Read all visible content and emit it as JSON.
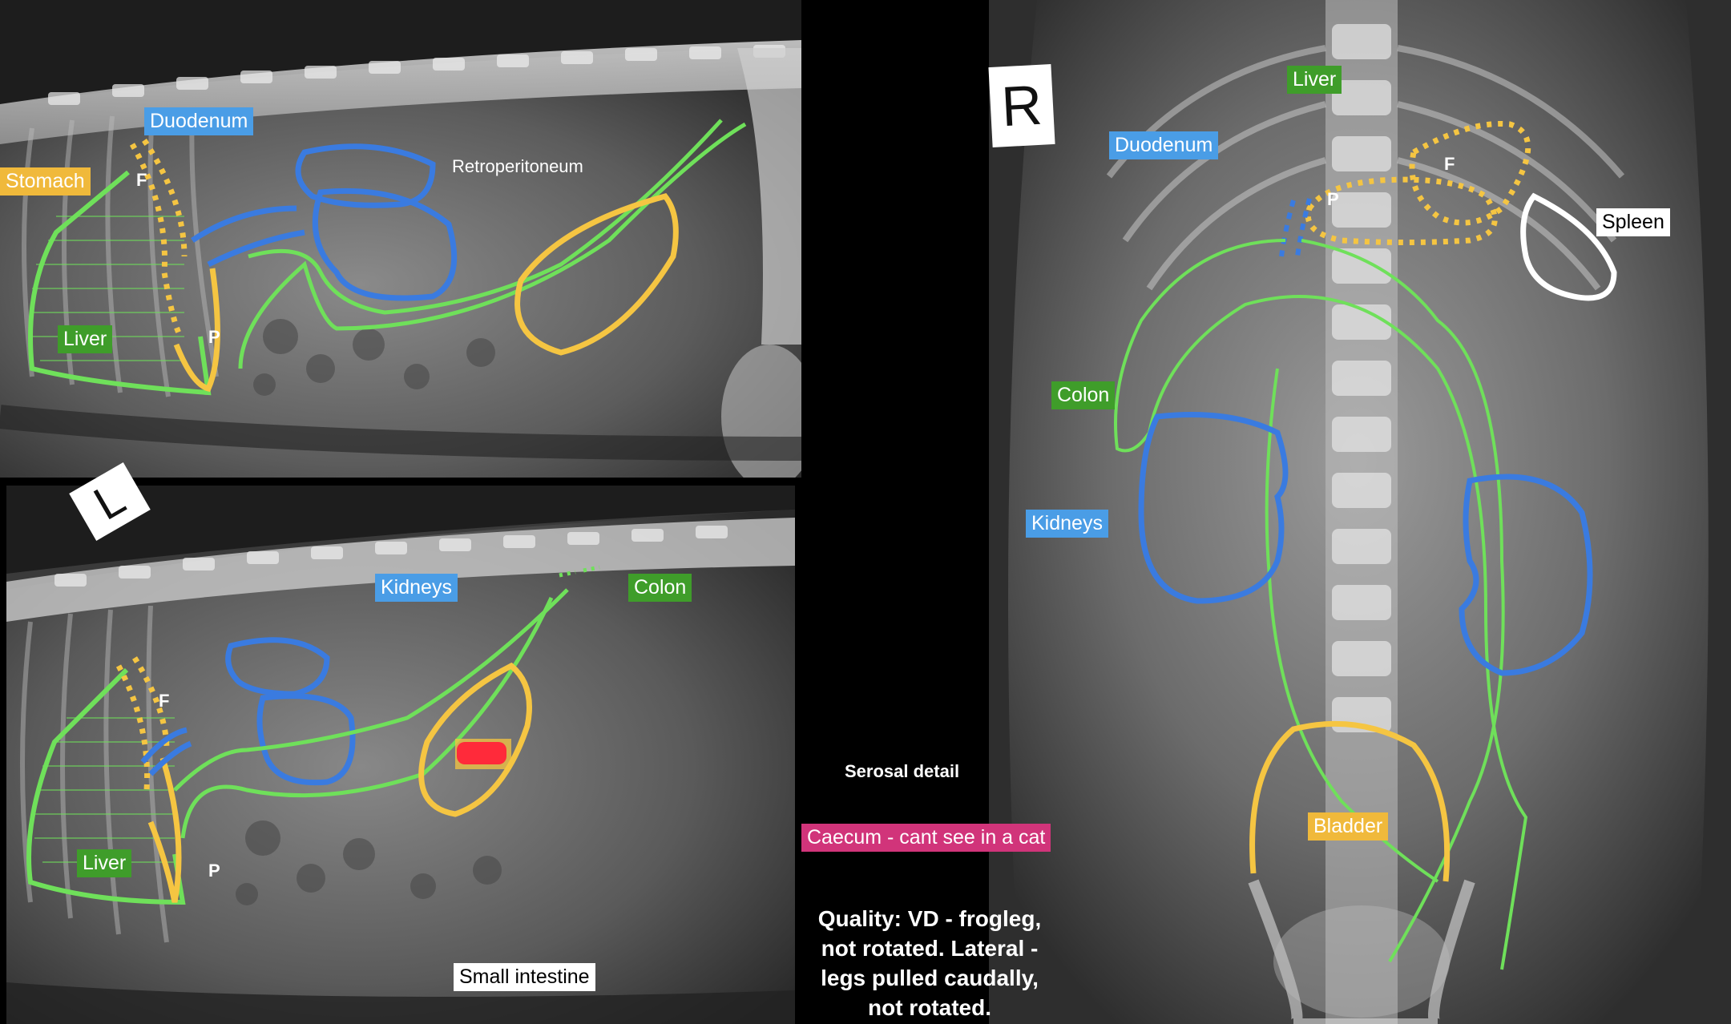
{
  "markers": {
    "right": "R",
    "left": "L"
  },
  "top_lateral": {
    "duodenum": "Duodenum",
    "stomach": "Stomach",
    "liver": "Liver",
    "retroperitoneum": "Retroperitoneum",
    "f": "F",
    "p": "P"
  },
  "bottom_lateral": {
    "kidneys": "Kidneys",
    "colon": "Colon",
    "liver": "Liver",
    "small_intestine": "Small intestine",
    "f": "F",
    "p": "P"
  },
  "vd": {
    "liver": "Liver",
    "duodenum": "Duodenum",
    "spleen": "Spleen",
    "colon": "Colon",
    "kidneys": "Kidneys",
    "bladder": "Bladder",
    "f": "F",
    "p": "P"
  },
  "center": {
    "serosal": "Serosal detail",
    "caecum": "Caecum - cant see in a cat",
    "quality_1": "Quality: VD - frogleg,",
    "quality_2": "not rotated. Lateral -",
    "quality_3": "legs pulled caudally,",
    "quality_4": "not rotated."
  },
  "colors": {
    "blue": "#3a7be0",
    "green": "#6fe05a",
    "yellow": "#f5c542",
    "red": "#ff2a3a",
    "white": "#ffffff"
  }
}
